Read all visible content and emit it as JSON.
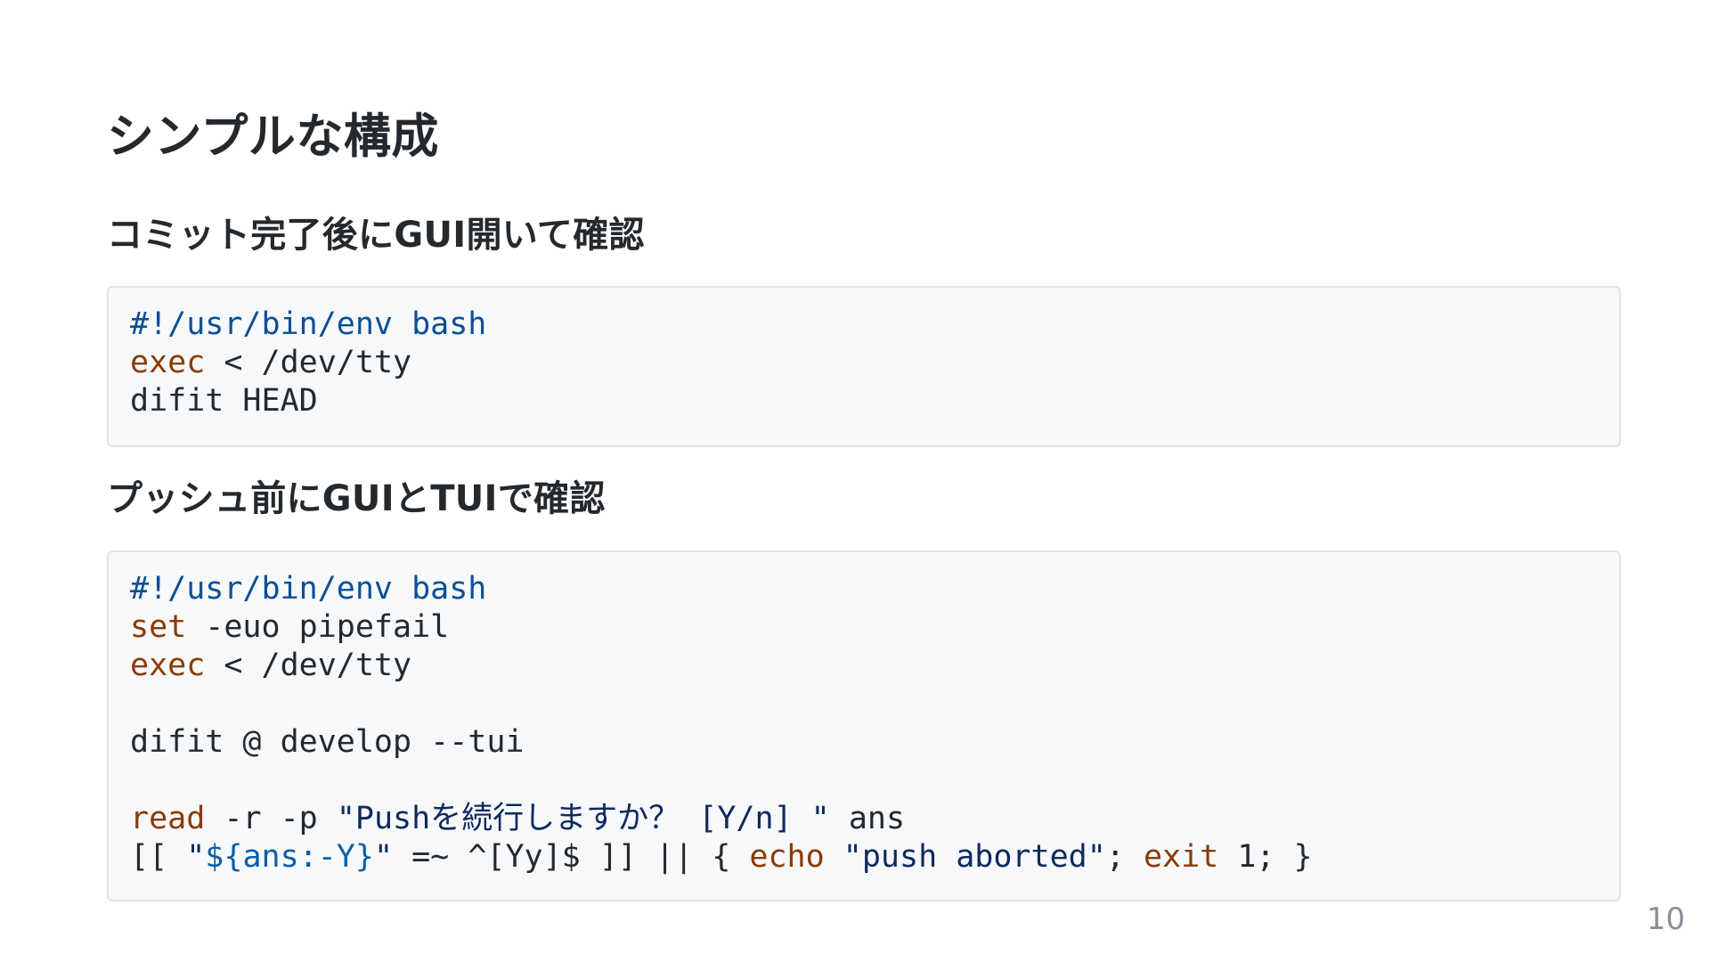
{
  "slide": {
    "title": "シンプルな構成",
    "page_number": "10"
  },
  "sections": [
    {
      "heading": "コミット完了後にGUI開いて確認",
      "code_lines": [
        [
          {
            "t": "#!/usr/bin/env bash",
            "k": "shebang"
          }
        ],
        [
          {
            "t": "exec",
            "k": "kw"
          },
          {
            "t": " < /dev/tty",
            "k": "plain"
          }
        ],
        [
          {
            "t": "difit HEAD",
            "k": "plain"
          }
        ]
      ]
    },
    {
      "heading": "プッシュ前にGUIとTUIで確認",
      "code_lines": [
        [
          {
            "t": "#!/usr/bin/env bash",
            "k": "shebang"
          }
        ],
        [
          {
            "t": "set",
            "k": "kw"
          },
          {
            "t": " -euo pipefail",
            "k": "plain"
          }
        ],
        [
          {
            "t": "exec",
            "k": "kw"
          },
          {
            "t": " < /dev/tty",
            "k": "plain"
          }
        ],
        [
          {
            "t": "",
            "k": "plain"
          }
        ],
        [
          {
            "t": "difit @ develop --tui",
            "k": "plain"
          }
        ],
        [
          {
            "t": "",
            "k": "plain"
          }
        ],
        [
          {
            "t": "read",
            "k": "kw"
          },
          {
            "t": " -r -p ",
            "k": "plain"
          },
          {
            "t": "\"Pushを続行しますか？ [Y/n] \"",
            "k": "str"
          },
          {
            "t": " ans",
            "k": "plain"
          }
        ],
        [
          {
            "t": "[[ ",
            "k": "plain"
          },
          {
            "t": "\"",
            "k": "str"
          },
          {
            "t": "${ans:-Y}",
            "k": "var"
          },
          {
            "t": "\"",
            "k": "str"
          },
          {
            "t": " =~ ^[Yy]$ ]] || { ",
            "k": "plain"
          },
          {
            "t": "echo",
            "k": "kw"
          },
          {
            "t": " ",
            "k": "plain"
          },
          {
            "t": "\"push aborted\"",
            "k": "str"
          },
          {
            "t": "; ",
            "k": "plain"
          },
          {
            "t": "exit",
            "k": "kw"
          },
          {
            "t": " 1; }",
            "k": "plain"
          }
        ]
      ]
    }
  ],
  "colors": {
    "shebang": "#0b4f96",
    "keyword": "#8b3a00",
    "string": "#0e2a5e",
    "variable": "#0b5ea8",
    "code_background": "#f6f8fa",
    "code_border": "#e1e4e8"
  }
}
